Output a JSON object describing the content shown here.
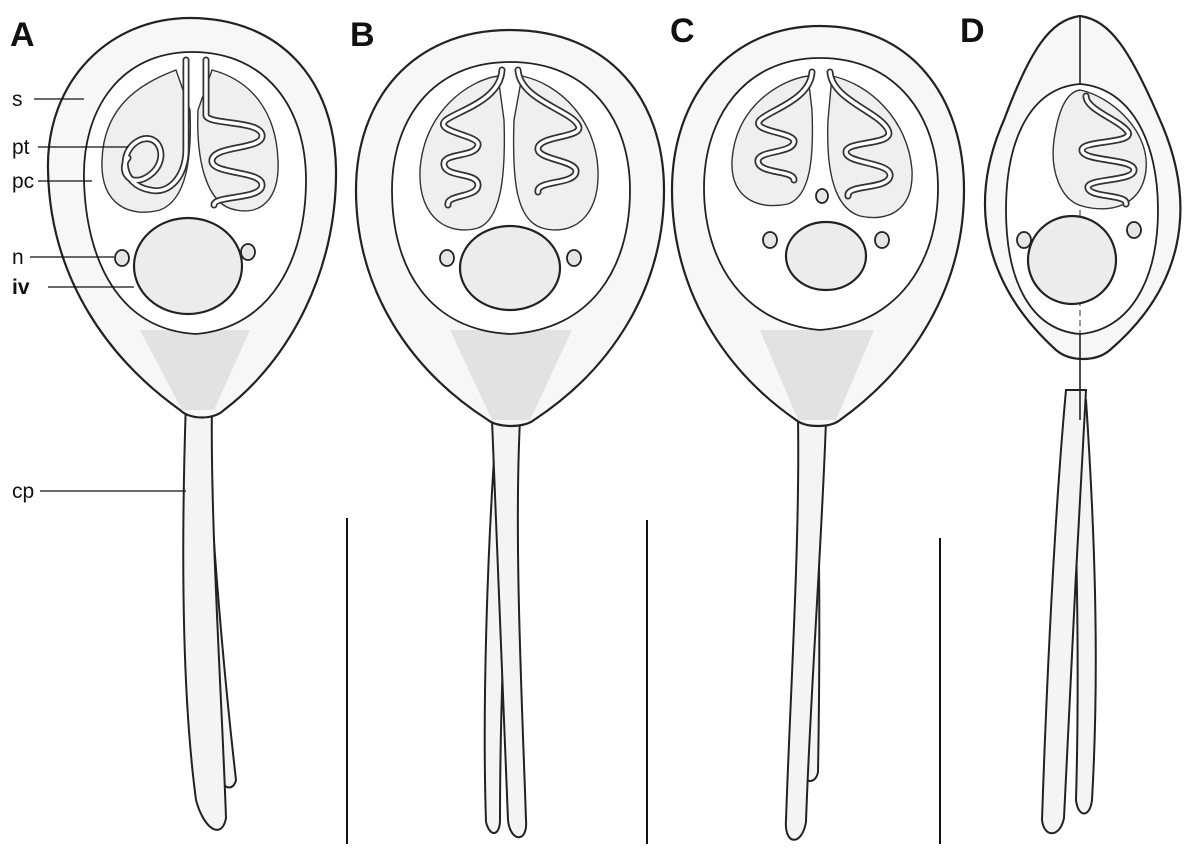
{
  "panels": [
    {
      "letter": "A"
    },
    {
      "letter": "B"
    },
    {
      "letter": "C"
    },
    {
      "letter": "D"
    }
  ],
  "labels": {
    "s": "s",
    "pt": "pt",
    "pc": "pc",
    "n": "n",
    "iv": "iv",
    "cp": "cp"
  },
  "scale_bars": 3
}
